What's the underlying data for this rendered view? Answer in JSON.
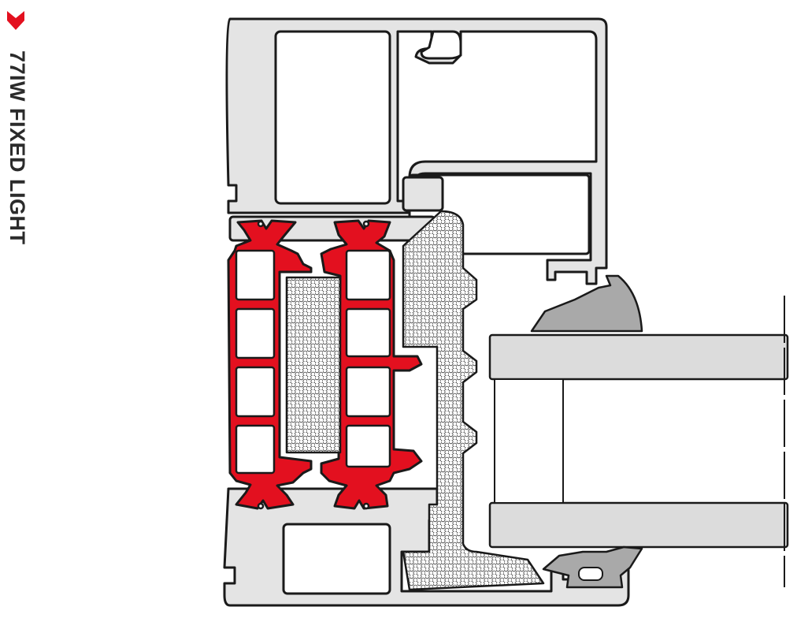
{
  "header": {
    "title": "77IW FIXED LIGHT",
    "marker_icon": "chevron-down-icon",
    "accent_color": "#e3101f"
  },
  "drawing": {
    "components": [
      "aluminium-frame",
      "thermal-break",
      "insulating-foam",
      "glazing-unit",
      "glazing-gasket"
    ]
  }
}
